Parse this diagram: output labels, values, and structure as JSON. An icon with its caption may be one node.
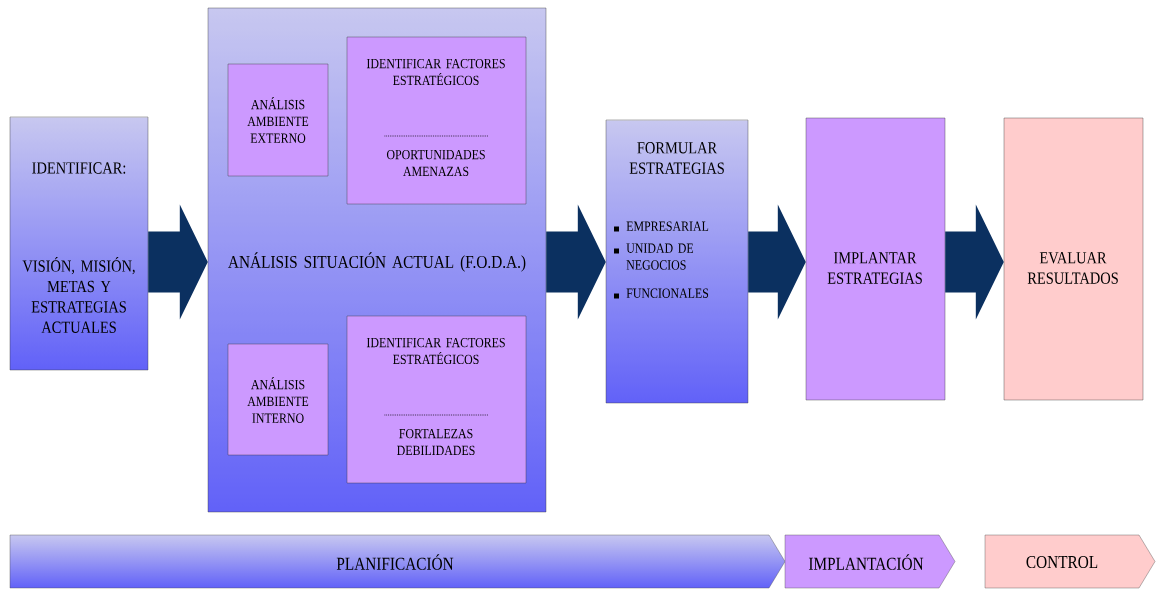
{
  "diagram": {
    "nodes": [
      {
        "text": [
          "IDENTIFICAR:",
          "VISIÓN, MISIÓN, METAS Y ESTRATEGIAS ACTUALES"
        ]
      },
      {
        "text": [
          "ANÁLISIS SITUACIÓN ACTUAL (F.O.D.A.)"
        ]
      },
      {
        "text": [
          "ANÁLISIS AMBIENTE EXTERNO"
        ],
        "in": 1
      },
      {
        "text": [
          "IDENTIFICAR FACTORES ESTRATÉGICOS",
          "OPORTUNIDADES AMENAZAS"
        ],
        "in": 1
      },
      {
        "text": [
          "ANÁLISIS AMBIENTE INTERNO"
        ],
        "in": 1
      },
      {
        "text": [
          "IDENTIFICAR FACTORES ESTRATÉGICOS",
          "FORTALEZAS DEBILIDADES"
        ],
        "in": 1
      },
      {
        "text": [
          "FORMULAR ESTRATEGIAS",
          "EMPRESARIAL",
          "UNIDAD DE NEGOCIOS",
          "FUNCIONALES"
        ]
      },
      {
        "text": [
          "IMPLANTAR ESTRATEGIAS"
        ]
      },
      {
        "text": [
          "EVALUAR RESULTADOS"
        ]
      },
      {
        "text": [
          "PLANIFICACIÓN"
        ]
      },
      {
        "text": [
          "IMPLANTACIÓN"
        ]
      },
      {
        "text": [
          "CONTROL"
        ]
      }
    ],
    "edges": [
      {
        "from": 0,
        "to": 1,
        "arrow": "to"
      },
      {
        "from": 1,
        "to": 6,
        "arrow": "to"
      },
      {
        "from": 6,
        "to": 7,
        "arrow": "to"
      },
      {
        "from": 7,
        "to": 8,
        "arrow": "to"
      }
    ]
  }
}
